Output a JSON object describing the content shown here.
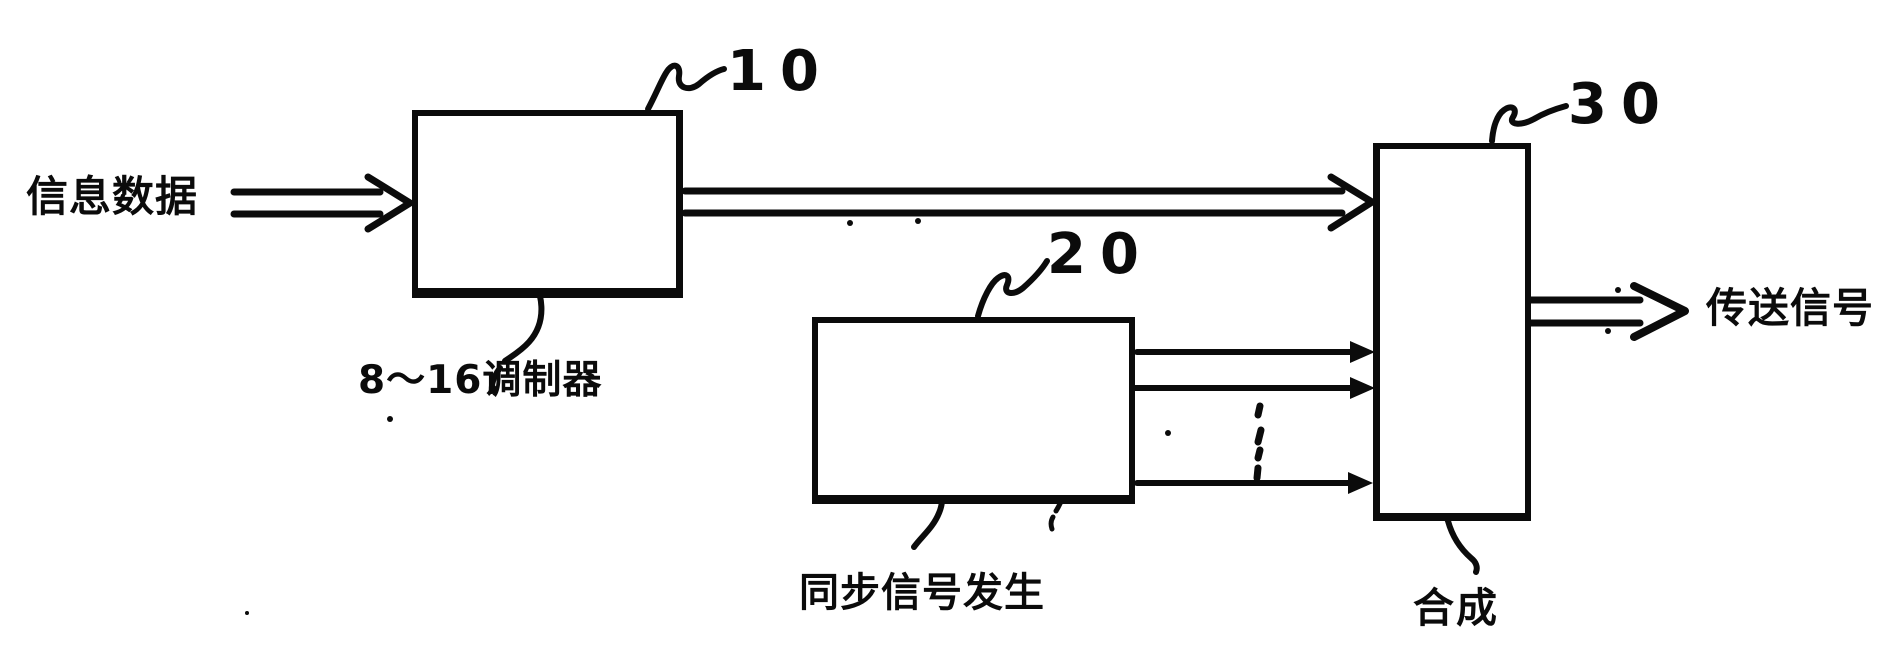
{
  "figure": {
    "background": "#ffffff",
    "ink": "#0b0b0b",
    "input_label": "信息数据",
    "output_label": "传送信号",
    "blocks": [
      {
        "ref": "10",
        "caption": "8～16调制器"
      },
      {
        "ref": "20",
        "caption": "同步信号发生"
      },
      {
        "ref": "30",
        "caption": "合成"
      }
    ],
    "connections": [
      {
        "from": "信息数据",
        "to": "10",
        "style": "double-line open arrow"
      },
      {
        "from": "10",
        "to": "30",
        "style": "double-line open arrow"
      },
      {
        "from": "20",
        "to": "30",
        "style": "three single arrows with vertical ellipsis"
      },
      {
        "from": "30",
        "to": "传送信号",
        "style": "double-line open arrow"
      }
    ]
  }
}
